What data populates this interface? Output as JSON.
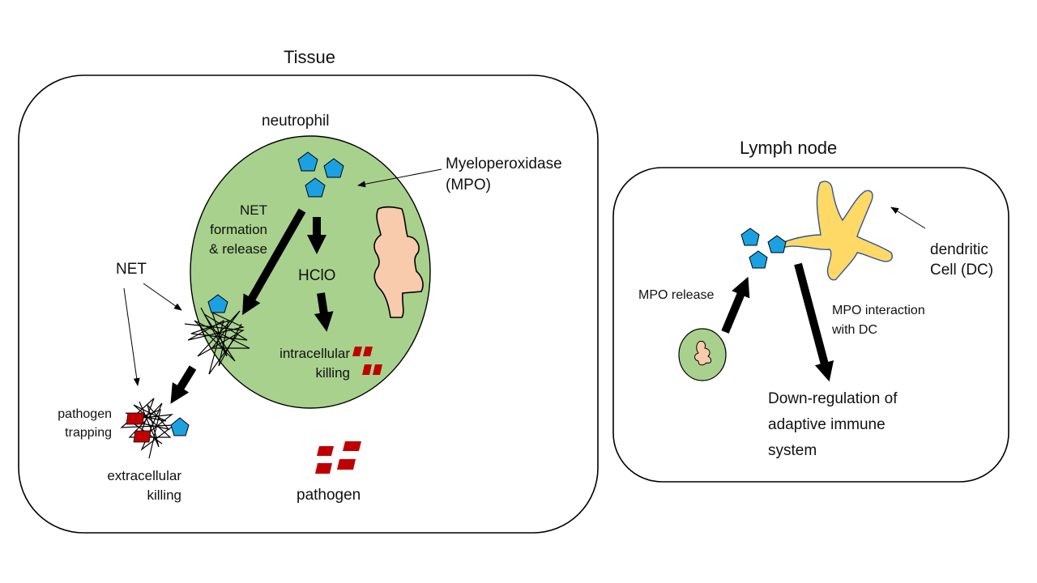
{
  "colors": {
    "neutrophil_fill": "#a9d18e",
    "nucleus_fill": "#f8cbad",
    "mpo_fill": "#1ba1e2",
    "pathogen_fill": "#c00000",
    "dendritic_fill": "#ffd966",
    "dendritic_stroke": "#2f5597",
    "stroke": "#000000"
  },
  "tissue": {
    "title": "Tissue",
    "neutrophil_label": "neutrophil",
    "mpo_label_line1": "Myeloperoxidase",
    "mpo_label_line2": "(MPO)",
    "net_formation_line1": "NET",
    "net_formation_line2": "formation",
    "net_formation_line3": "& release",
    "hclo_label": "HClO",
    "intracellular_line1": "intracellular",
    "intracellular_line2": "killing",
    "net_label": "NET",
    "pathogen_trapping_line1": "pathogen",
    "pathogen_trapping_line2": "trapping",
    "extracellular_line1": "extracellular",
    "extracellular_line2": "killing",
    "pathogen_label": "pathogen"
  },
  "lymph_node": {
    "title": "Lymph node",
    "dc_label_line1": "dendritic",
    "dc_label_line2": "Cell (DC)",
    "mpo_release_label": "MPO release",
    "mpo_interaction_line1": "MPO interaction",
    "mpo_interaction_line2": "with DC",
    "downregulation_line1": "Down-regulation of",
    "downregulation_line2": "adaptive immune",
    "downregulation_line3": "system"
  }
}
